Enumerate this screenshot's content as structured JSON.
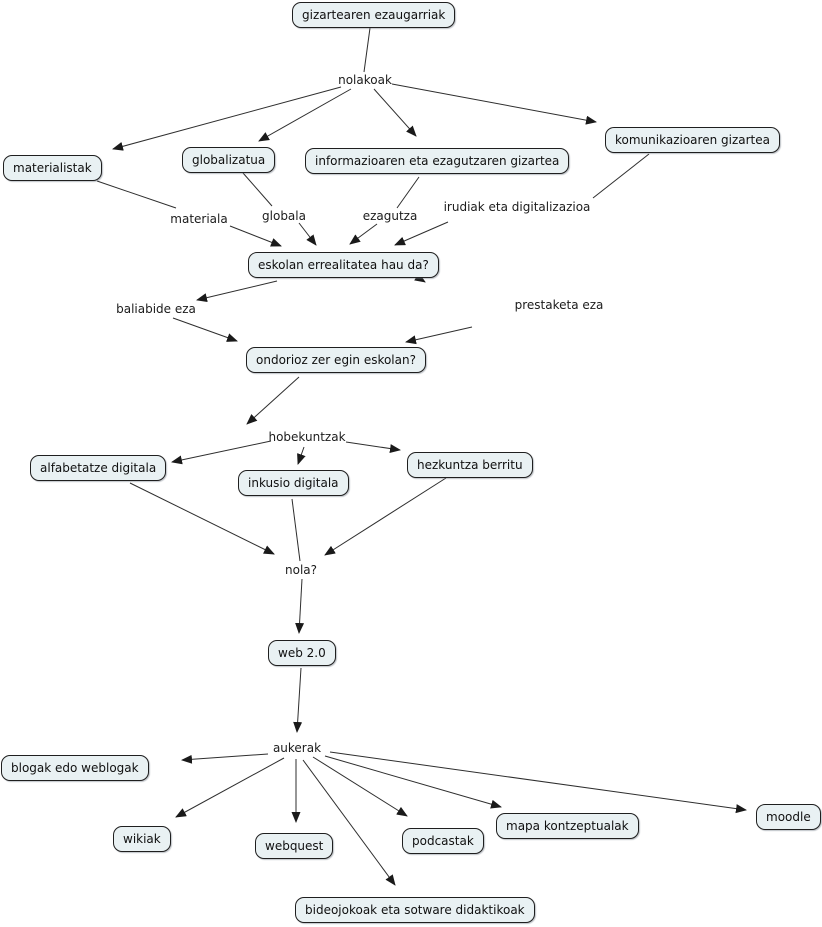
{
  "diagram": {
    "type": "concept-map",
    "language": "Basque",
    "background_color": "#ffffff",
    "node_fill_color": "#e9f1f3",
    "node_border_color": "#1f1f1f",
    "line_color": "#2e2e2e",
    "text_color": "#101010"
  },
  "nodes": [
    {
      "id": "gizartearen-ezaugarriak",
      "label": "gizartearen ezaugarriak"
    },
    {
      "id": "materialistak",
      "label": "materialistak"
    },
    {
      "id": "globalizatua",
      "label": "globalizatua"
    },
    {
      "id": "informazioaren-eta-ezagutzaren-gizartea",
      "label": "informazioaren eta ezagutzaren gizartea"
    },
    {
      "id": "komunikazioaren-gizartea",
      "label": "komunikazioaren gizartea"
    },
    {
      "id": "eskolan-errealitatea-hau-da",
      "label": "eskolan errealitatea hau da?"
    },
    {
      "id": "ondorioz-zer-egin-eskolan",
      "label": "ondorioz zer egin eskolan?"
    },
    {
      "id": "alfabetatze-digitala",
      "label": "alfabetatze digitala"
    },
    {
      "id": "inkusio-digitala",
      "label": "inkusio digitala"
    },
    {
      "id": "hezkuntza-berritu",
      "label": "hezkuntza berritu"
    },
    {
      "id": "web-2-0",
      "label": "web 2.0"
    },
    {
      "id": "blogak-edo-weblogak",
      "label": "blogak edo weblogak"
    },
    {
      "id": "wikiak",
      "label": "wikiak"
    },
    {
      "id": "webquest",
      "label": "webquest"
    },
    {
      "id": "podcastak",
      "label": "podcastak"
    },
    {
      "id": "mapa-kontzeptualak",
      "label": "mapa kontzeptualak"
    },
    {
      "id": "moodle",
      "label": "moodle"
    },
    {
      "id": "bideojokoak-eta-sotware-didaktikoak",
      "label": "bideojokoak eta sotware didaktikoak"
    }
  ],
  "link_labels": [
    {
      "id": "nolakoak",
      "label": "nolakoak"
    },
    {
      "id": "materiala",
      "label": "materiala"
    },
    {
      "id": "globala",
      "label": "globala"
    },
    {
      "id": "ezagutza",
      "label": "ezagutza"
    },
    {
      "id": "irudiak-eta-digitalizazioa",
      "label": "irudiak eta digitalizazioa"
    },
    {
      "id": "baliabide-eza",
      "label": "baliabide eza"
    },
    {
      "id": "prestaketa-eza",
      "label": "prestaketa eza"
    },
    {
      "id": "hobekuntzak",
      "label": "hobekuntzak"
    },
    {
      "id": "nola",
      "label": "nola?"
    },
    {
      "id": "aukerak",
      "label": "aukerak"
    }
  ]
}
